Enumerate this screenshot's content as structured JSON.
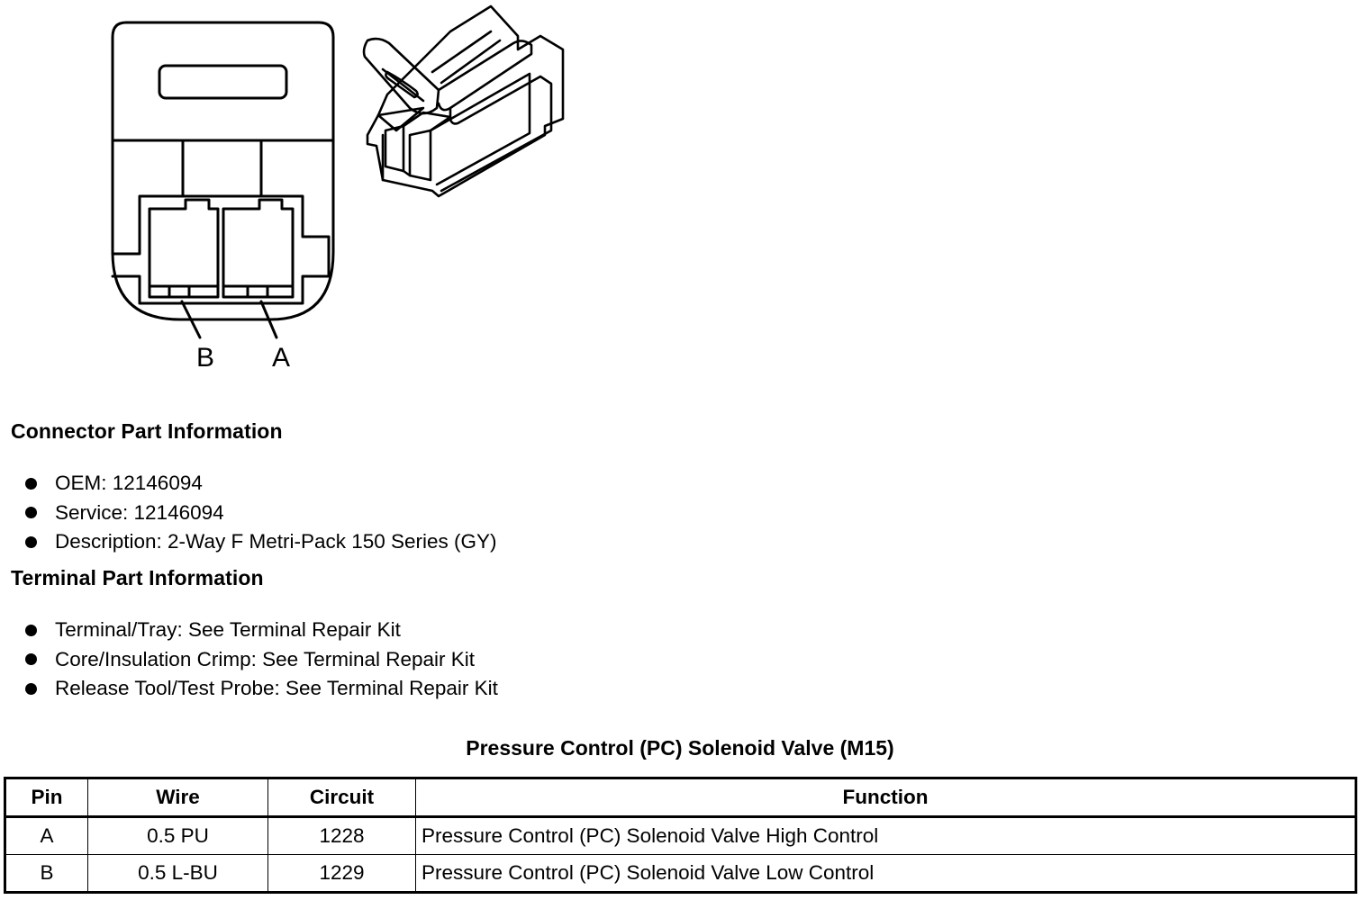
{
  "diagram": {
    "pin_labels": [
      "B",
      "A"
    ]
  },
  "connector_info": {
    "heading": "Connector Part Information",
    "items": [
      "OEM: 12146094",
      "Service: 12146094",
      "Description: 2-Way F Metri-Pack 150 Series (GY)"
    ]
  },
  "terminal_info": {
    "heading": "Terminal Part Information",
    "items": [
      "Terminal/Tray: See Terminal Repair Kit",
      "Core/Insulation Crimp: See Terminal Repair Kit",
      "Release Tool/Test Probe: See Terminal Repair Kit"
    ]
  },
  "table": {
    "title": "Pressure Control (PC) Solenoid Valve (M15)",
    "headers": [
      "Pin",
      "Wire",
      "Circuit",
      "Function"
    ],
    "rows": [
      [
        "A",
        "0.5 PU",
        "1228",
        "Pressure Control (PC) Solenoid Valve High Control"
      ],
      [
        "B",
        "0.5 L-BU",
        "1229",
        "Pressure Control (PC) Solenoid Valve Low Control"
      ]
    ]
  }
}
